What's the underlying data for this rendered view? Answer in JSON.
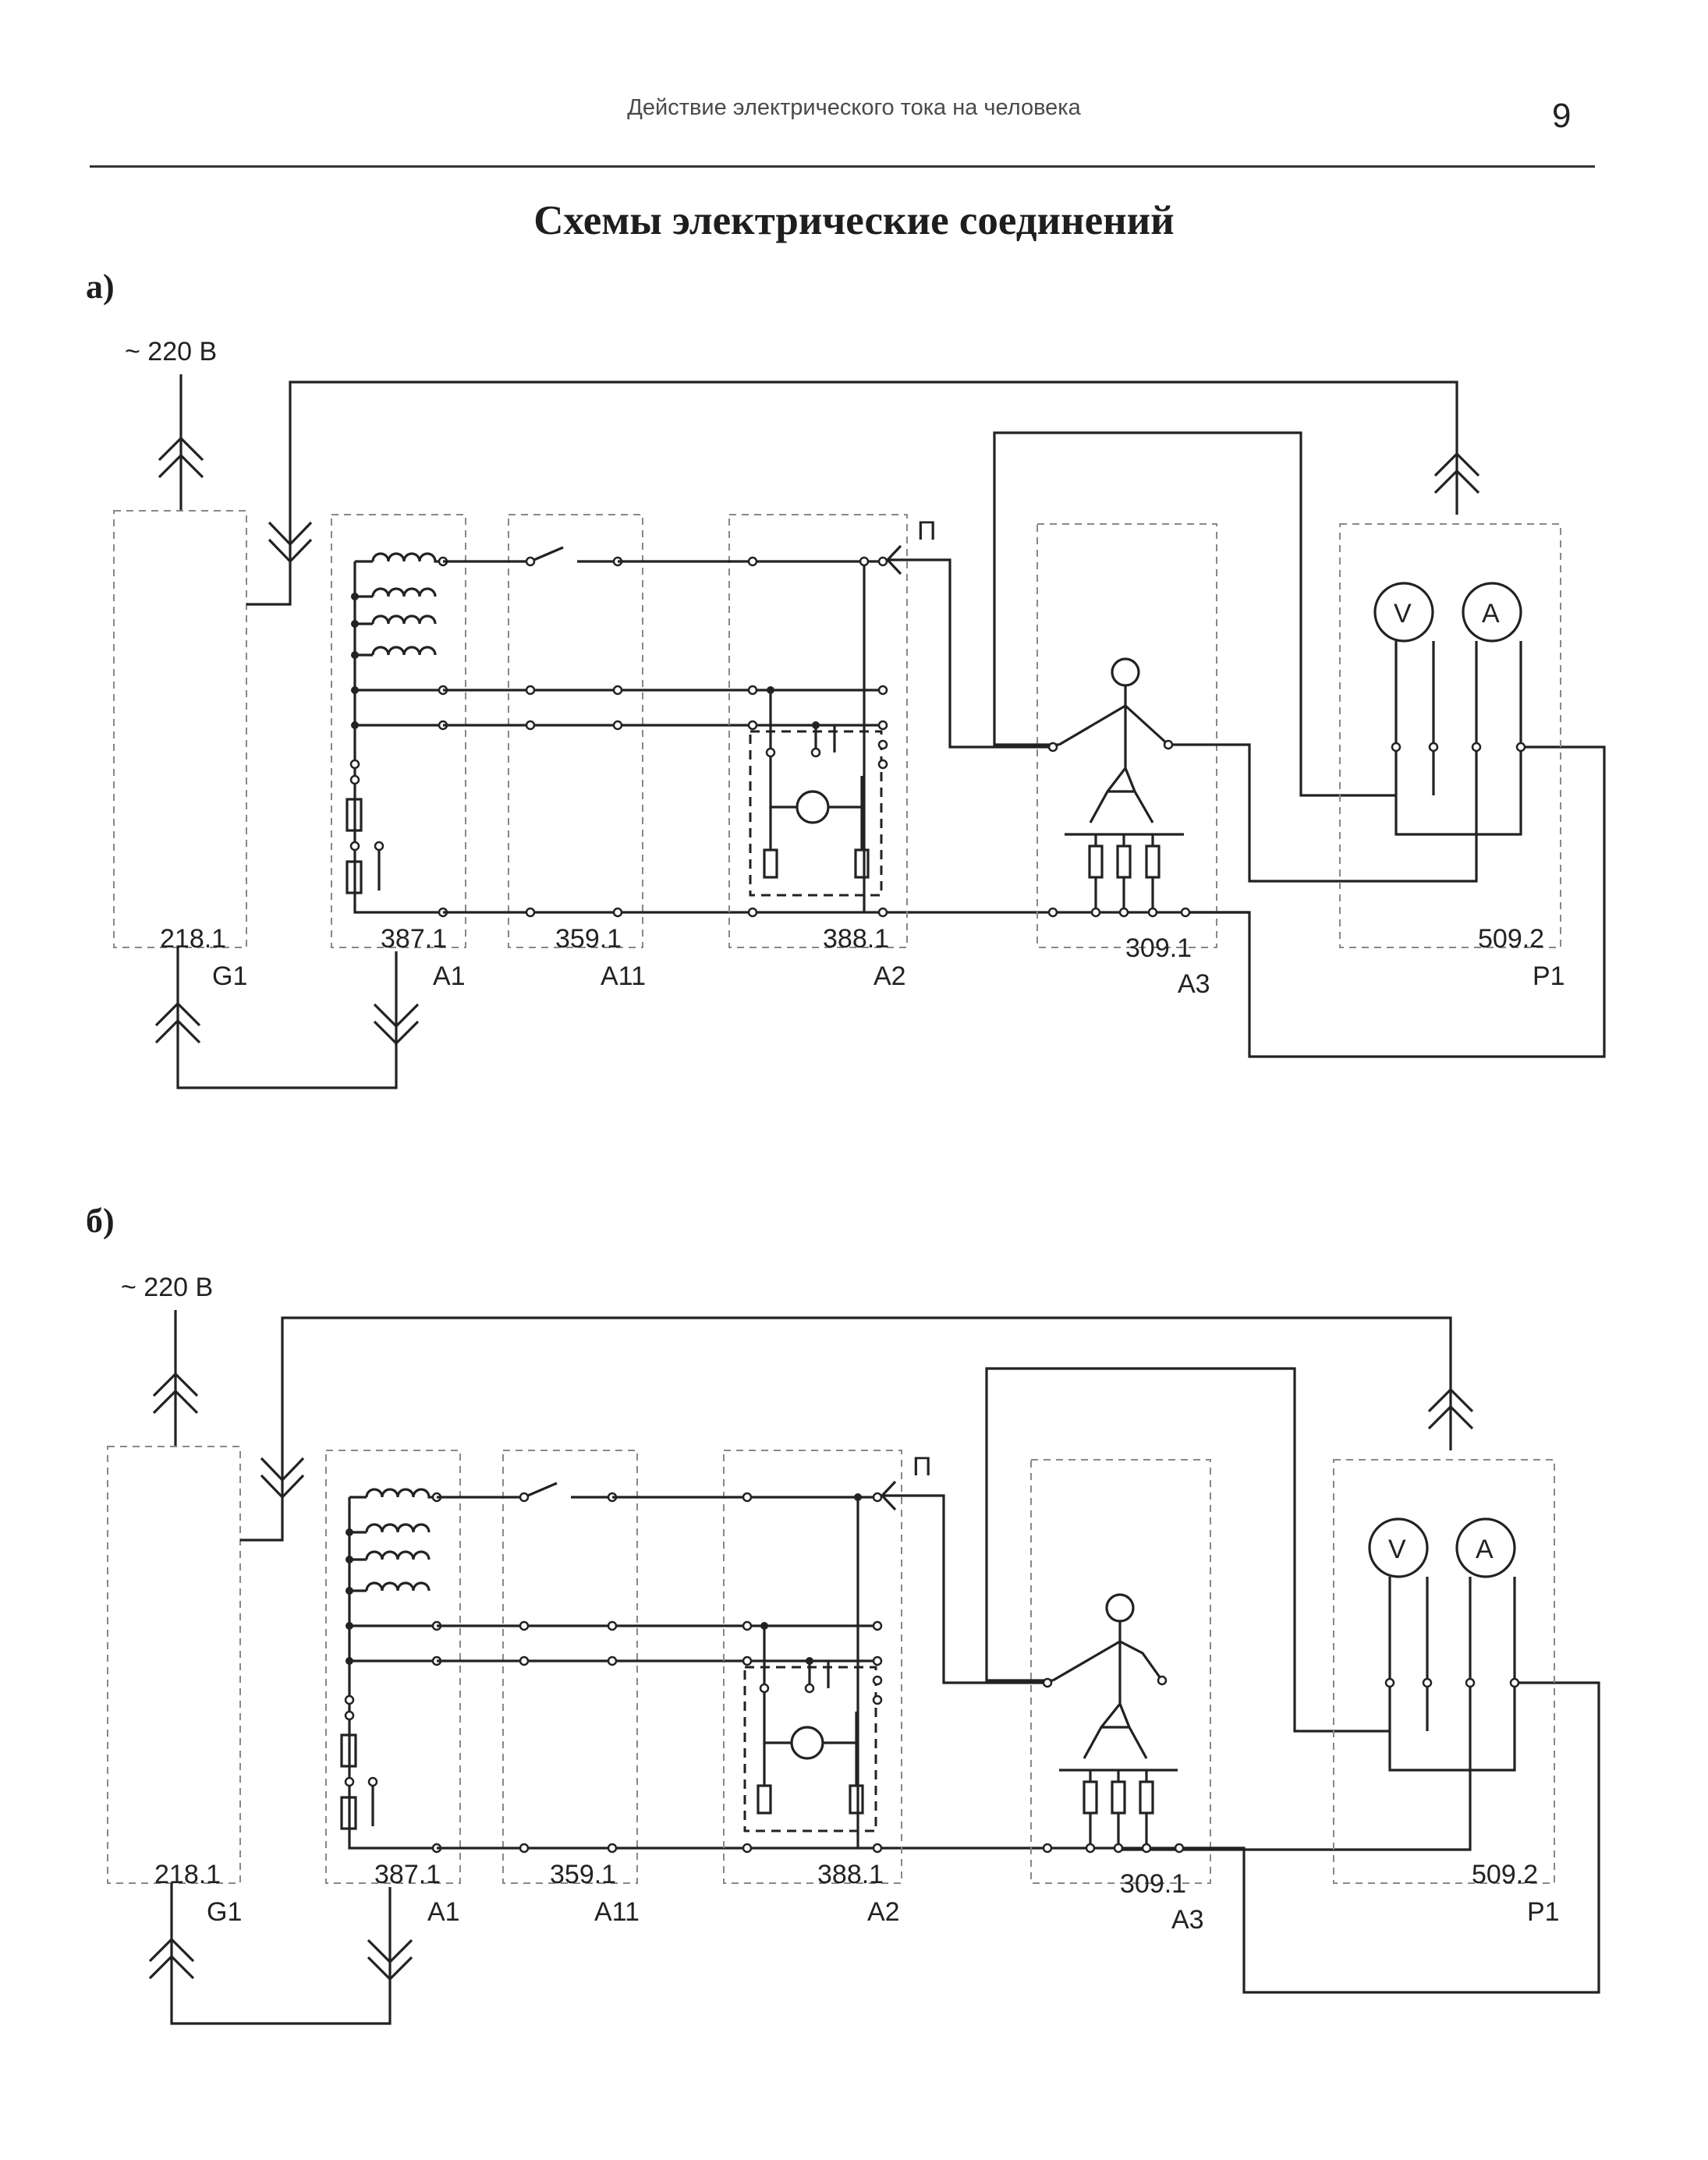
{
  "header": {
    "running_title": "Действие электрического тока на человека",
    "page_number": "9"
  },
  "title": "Схемы электрические соединений",
  "panels": [
    {
      "label": "а)"
    },
    {
      "label": "б)"
    }
  ],
  "circuit": {
    "supply_label": "~ 220 В",
    "probe_label": "П",
    "voltmeter_symbol": "V",
    "ammeter_symbol": "A",
    "modules": [
      {
        "code": "218.1",
        "designator": "G1"
      },
      {
        "code": "387.1",
        "designator": "A1"
      },
      {
        "code": "359.1",
        "designator": "A11"
      },
      {
        "code": "388.1",
        "designator": "A2"
      },
      {
        "code": "309.1",
        "designator": "A3"
      },
      {
        "code": "509.2",
        "designator": "P1"
      }
    ]
  },
  "colors": {
    "ink": "#222222",
    "module_border": "#888888",
    "running_title": "#4a4a4a"
  }
}
